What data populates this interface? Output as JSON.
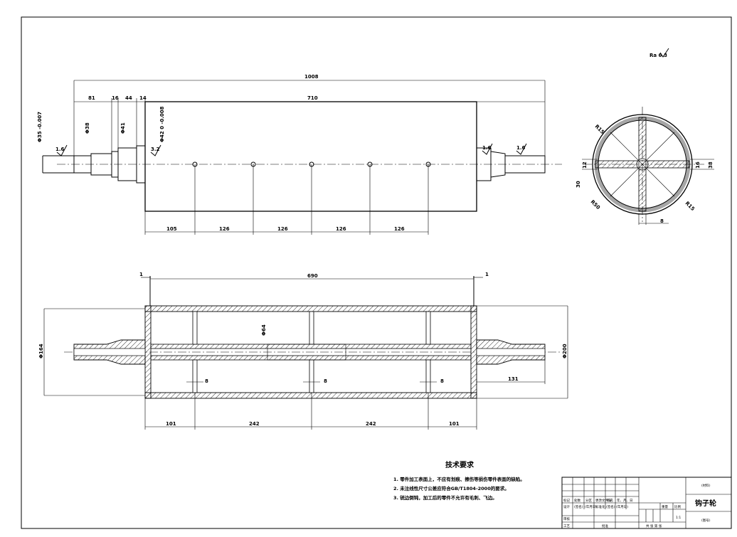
{
  "roughness_note": "Ra 6.3",
  "front_view": {
    "dims": {
      "total_length": "1008",
      "drum_length": "710",
      "seg_81": "81",
      "seg_16": "16",
      "seg_44": "44",
      "seg_14": "14",
      "shaft_dia": "Φ35 -0.007",
      "dia_38": "Φ38",
      "dia_41": "Φ41",
      "dia_42": "Φ42 0 -0.008",
      "hole_105": "105",
      "hole_126_a": "126",
      "hole_126_b": "126",
      "hole_126_c": "126",
      "hole_126_d": "126"
    },
    "rough_marks": [
      "1.6",
      "3.2",
      "1.6",
      "1.6"
    ]
  },
  "side_view": {
    "dims": {
      "r15_top": "R15",
      "r15_bottom": "R15",
      "r50": "R50",
      "d12": "12",
      "d16": "16",
      "d38": "38",
      "d30": "30",
      "d8": "8"
    }
  },
  "section_view": {
    "dims": {
      "length_690": "690",
      "marker_left": "1",
      "marker_right": "1",
      "dia_164": "Φ164",
      "dia_200": "Φ200",
      "dia_64": "Φ64",
      "rib_8_a": "8",
      "rib_8_b": "8",
      "rib_8_c": "8",
      "len_131": "131",
      "bot_101_a": "101",
      "bot_242_a": "242",
      "bot_242_b": "242",
      "bot_101_b": "101"
    }
  },
  "tech_req": {
    "title": "技术要求",
    "items": [
      "1. 零件加工表面上，不应有划痕、擦伤等损伤零件表面的缺陷。",
      "2. 未注线性尺寸公差应符合GB/T1804-2000的要求。",
      "3. 锐边倒钝，加工后的零件不允许有毛刺、飞边。"
    ]
  },
  "title_block": {
    "part_name": "钩子轮",
    "material_label": "(材料)",
    "drawing_no_label": "(图号)",
    "scale": "1:1",
    "row_labels": [
      "标记",
      "处数",
      "分区",
      "更改文件号",
      "签名",
      "年、月、日"
    ],
    "design_labels": [
      "设计",
      "(签名)",
      "(年月日)",
      "标准化",
      "(签名)",
      "(年月日)"
    ],
    "stage_labels": [
      "阶段标记",
      "重量",
      "比例"
    ],
    "review_label": "审核",
    "process_label": "工艺",
    "approve_label": "批准",
    "sheet_text": "共  张  第  张"
  }
}
